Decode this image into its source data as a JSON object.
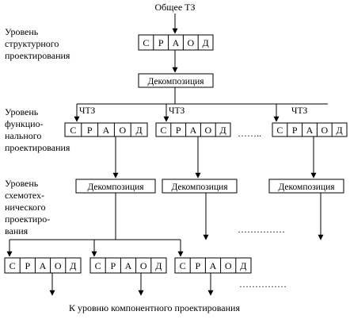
{
  "top_label": "Общее ТЗ",
  "bottom_label": "К уровню компонентного проектирования",
  "levels": {
    "structural": [
      "Уровень",
      "структурного",
      "проектирования"
    ],
    "functional": [
      "Уровень",
      "функцио-",
      "нального",
      "проектирования"
    ],
    "circuit": [
      "Уровень",
      "схемотех-",
      "нического",
      "проектиро-",
      "вания"
    ]
  },
  "stage_cells": [
    "С",
    "Р",
    "А",
    "О",
    "Д"
  ],
  "decomposition_label": "Декомпозиция",
  "chtz_label": "ЧТЗ",
  "ellipsis": {
    "functional": "……..",
    "circuit": "……………",
    "bottom": "……………"
  }
}
